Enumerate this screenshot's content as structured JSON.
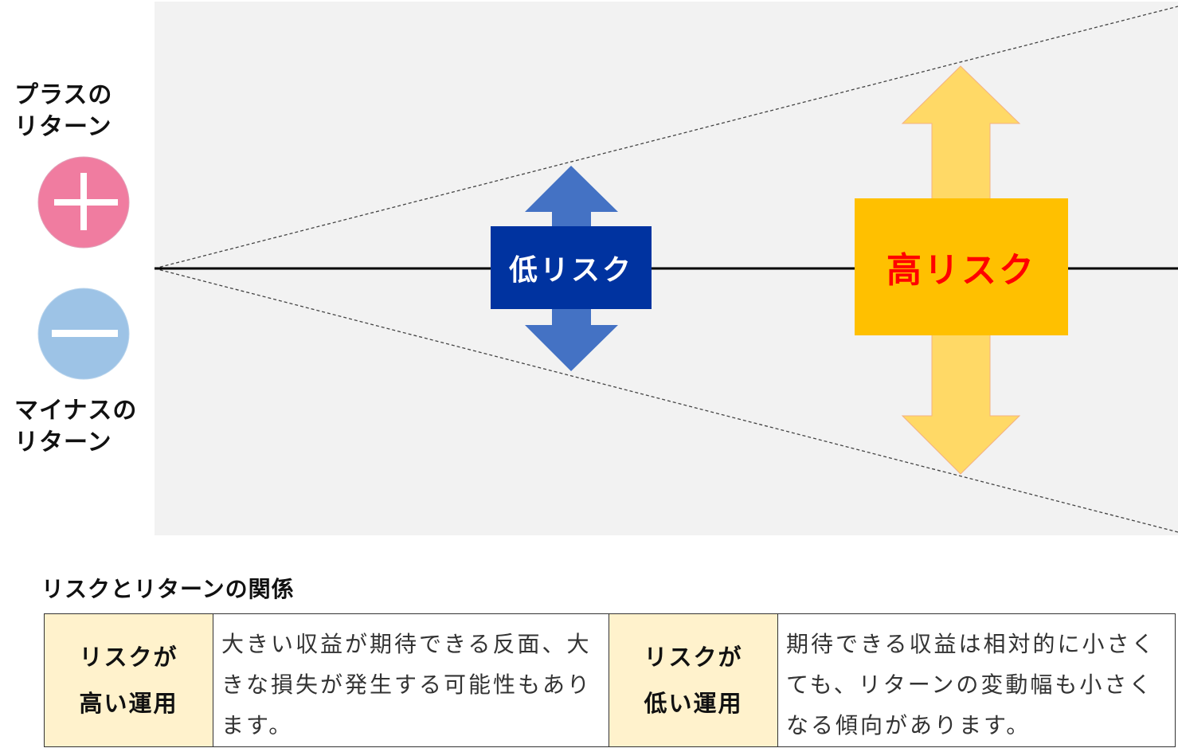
{
  "plus_return": {
    "label": "プラスの\nリターン",
    "icon": "plus-icon",
    "color": "#f07ca0"
  },
  "minus_return": {
    "label": "マイナスの\nリターン",
    "icon": "minus-icon",
    "color": "#9dc3e6"
  },
  "low_risk": {
    "label": "低リスク",
    "box_color": "#0033a0",
    "arrow_color": "#4472c4",
    "arrow_icon": "double-arrow-vertical-icon"
  },
  "high_risk": {
    "label": "高リスク",
    "box_color": "#ffc000",
    "text_color": "#ff0000",
    "arrow_color": "#ffd966",
    "arrow_icon": "double-arrow-vertical-icon"
  },
  "caption": "リスクとリターンの関係",
  "table": {
    "high_risk_heading": "リスクが\n高い運用",
    "high_risk_desc": "大きい収益が期待できる反面、大きな損失が発生する可能性もあります。",
    "low_risk_heading": "リスクが\n低い運用",
    "low_risk_desc": "期待できる収益は相対的に小さくても、リターンの変動幅も小さくなる傾向があります。"
  },
  "colors": {
    "panel_bg": "#f2f2f2",
    "header_cell_bg": "#fff2cc"
  }
}
